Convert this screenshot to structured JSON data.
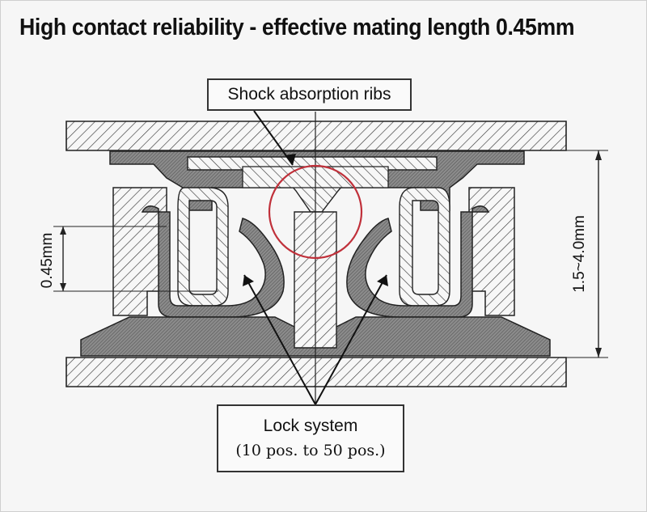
{
  "title": "High contact reliability - effective mating length 0.45mm",
  "callouts": {
    "shock_absorption": "Shock absorption ribs",
    "lock_system": "Lock system",
    "lock_range": "(10 pos. to 50 pos.)"
  },
  "dimensions": {
    "mating_length": "0.45mm",
    "stack_height": "1.5~4.0mm"
  },
  "colors": {
    "hatch": "#444444",
    "highlight_circle": "#c0303a",
    "outline": "#222222"
  }
}
